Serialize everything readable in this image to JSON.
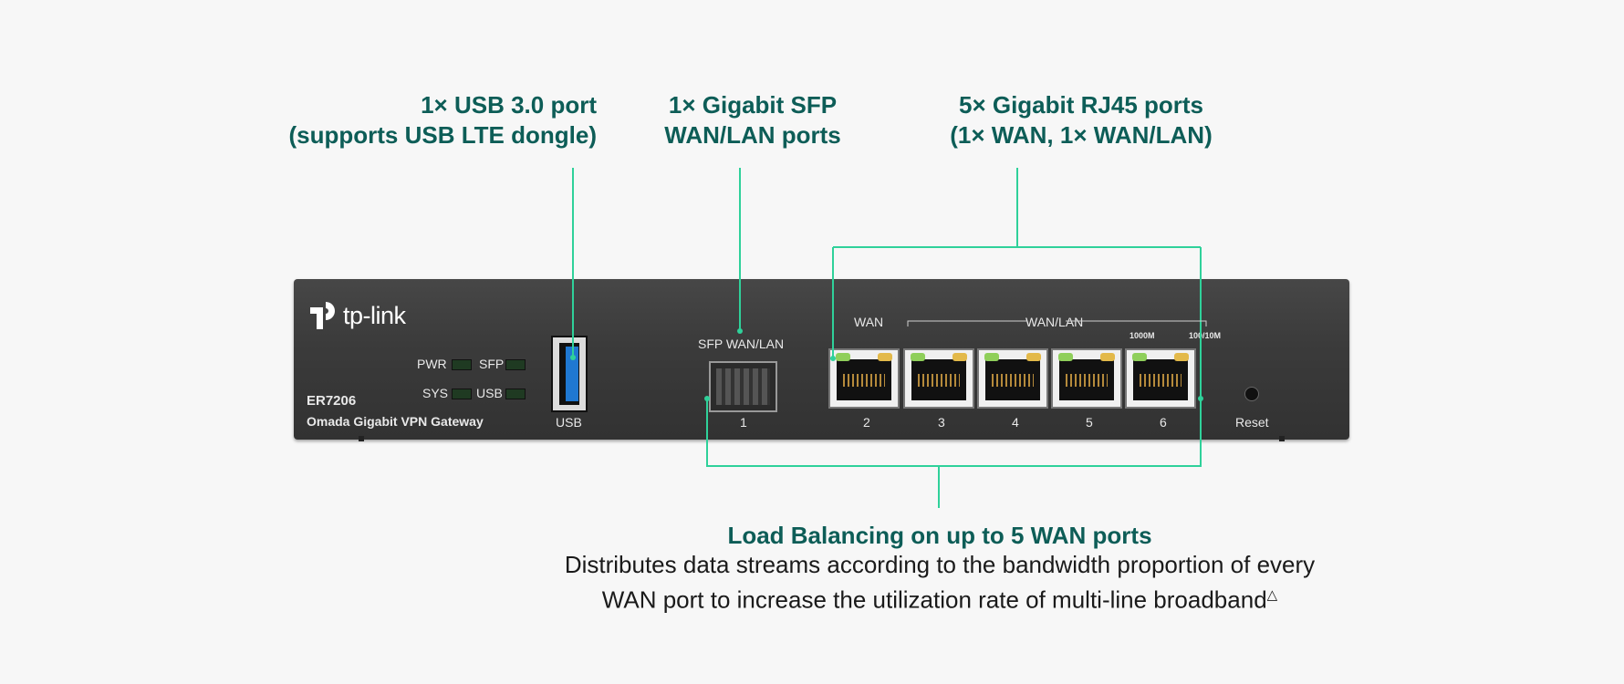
{
  "callouts": {
    "usb": [
      "1× USB 3.0 port",
      "(supports USB LTE dongle)"
    ],
    "sfp": [
      "1× Gigabit SFP",
      "WAN/LAN ports"
    ],
    "rj45": [
      "5× Gigabit RJ45 ports",
      "(1× WAN, 1× WAN/LAN)"
    ],
    "load_balancing": {
      "title": "Load Balancing on up to 5 WAN ports",
      "line1": "Distributes data streams according to the bandwidth proportion of every",
      "line2": "WAN port to increase the utilization rate of multi-line broadband",
      "mark": "△"
    }
  },
  "device": {
    "brand": "tp-link",
    "model": "ER7206",
    "subtitle": "Omada Gigabit VPN Gateway",
    "leds": [
      "PWR",
      "SFP",
      "SYS",
      "USB"
    ],
    "usb_label": "USB",
    "sfp_label": "SFP WAN/LAN",
    "wan_label": "WAN",
    "wanlan_label": "WAN/LAN",
    "speed_1000": "1000M",
    "speed_100": "100/10M",
    "port_numbers": [
      "1",
      "2",
      "3",
      "4",
      "5",
      "6"
    ],
    "reset_label": "Reset"
  },
  "colors": {
    "accent_line": "#2fd19a",
    "callout_text": "#0d5d57",
    "background": "#f7f7f7"
  }
}
